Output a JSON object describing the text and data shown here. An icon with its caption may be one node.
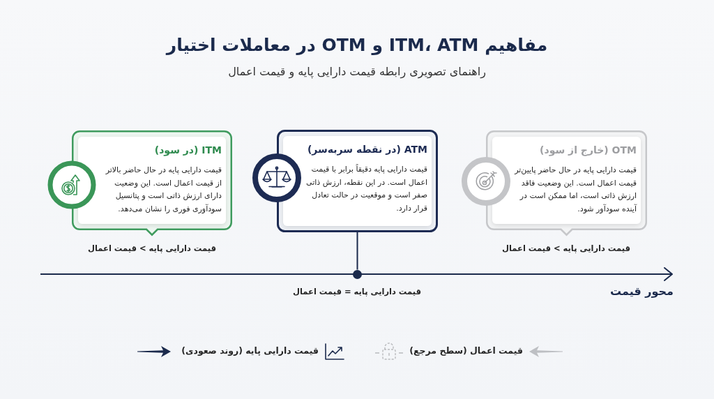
{
  "diagram": {
    "title": "مفاهیم ITM، ATM و OTM در معاملات اختیار",
    "nodes": [
      {
        "text": [
          "ITM (در سود)",
          "قیمت دارایی پایه در حال حاضر بالاتر از قیمت اعمال است. این وضعیت دارای ارزش ذاتی است و پتانسیل سودآوری فوری را نشان می‌دهد."
        ],
        "beside": [
          "قیمت دارایی پایه > قیمت اعمال"
        ]
      },
      {
        "text": [
          "ATM (در نقطه سربه‌سر)",
          "قیمت دارایی پایه دقیقاً برابر با قیمت اعمال است. در این نقطه، ارزش ذاتی صفر است و موقعیت در حالت تعادل قرار دارد."
        ]
      },
      {
        "text": [
          "OTM (خارج از سود)",
          "قیمت دارایی پایه در حال حاضر پایین‌تر قیمت اعمال است. این وضعیت فاقد ارزش ذاتی است، اما ممکن است در آینده سودآور شود."
        ],
        "beside": [
          "قیمت دارایی پایه > قیمت اعمال"
        ]
      },
      {
        "text": [],
        "shape": "circle",
        "beside": [
          "قیمت دارایی پایه = قیمت اعمال"
        ]
      }
    ],
    "edges": [
      {
        "from": 1,
        "to": 3,
        "arrow": "none"
      }
    ],
    "labels": [
      "راهنمای تصویری رابطه قیمت دارایی پایه و قیمت اعمال",
      "محور قیمت"
    ],
    "legend": [
      {
        "text": "قیمت اعمال (سطح مرجع)"
      },
      {
        "text": "قیمت دارایی پایه (روند صعودی)"
      }
    ]
  }
}
